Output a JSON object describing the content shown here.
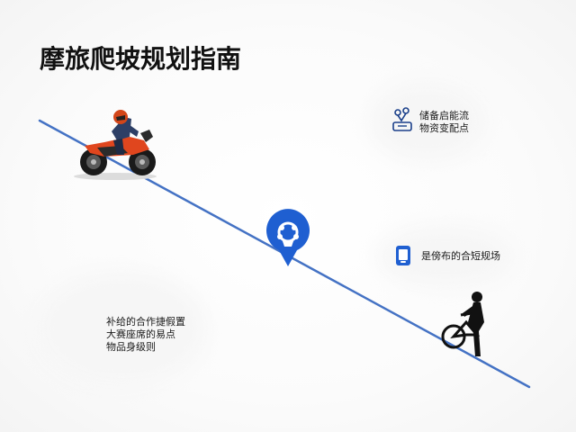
{
  "page": {
    "title": "摩旅爬坡规划指南"
  },
  "notes": {
    "top_right": [
      "储备启能流",
      "物资变配点"
    ],
    "middle_right": "是傍布的合短规场",
    "bottom_left": [
      "补给的合作捷假置",
      "大赛座席的易点",
      "物品身级则"
    ]
  },
  "icons": {
    "motorcycle": "motorcycle-rider-icon",
    "bicycle": "bicycle-rider-icon",
    "pin": "map-pin-icon",
    "supply": "supply-station-icon",
    "phone": "mobile-device-icon"
  },
  "colors": {
    "route": "#4472c4",
    "pin": "#1f5fd1",
    "bike_accent": "#e0461e"
  }
}
